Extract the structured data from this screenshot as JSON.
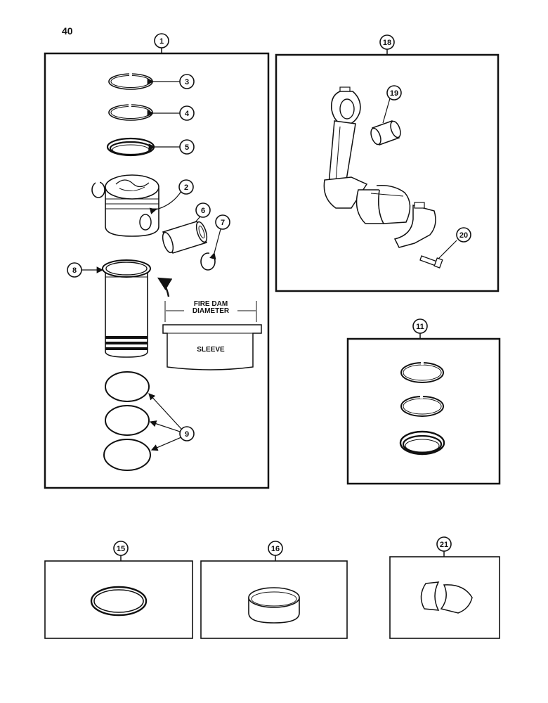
{
  "page": {
    "number": "40"
  },
  "callouts": {
    "c1": "1",
    "c2": "2",
    "c3": "3",
    "c4": "4",
    "c5": "5",
    "c6": "6",
    "c7": "7",
    "c8": "8",
    "c9": "9",
    "c11": "11",
    "c15": "15",
    "c16": "16",
    "c18": "18",
    "c19": "19",
    "c20": "20",
    "c21": "21"
  },
  "labels": {
    "fire_dam_line1": "FIRE DAM",
    "fire_dam_line2": "DIAMETER",
    "sleeve": "SLEEVE"
  },
  "colors": {
    "ink": "#111111",
    "shade": "#cfcfcf",
    "paper": "#ffffff"
  }
}
